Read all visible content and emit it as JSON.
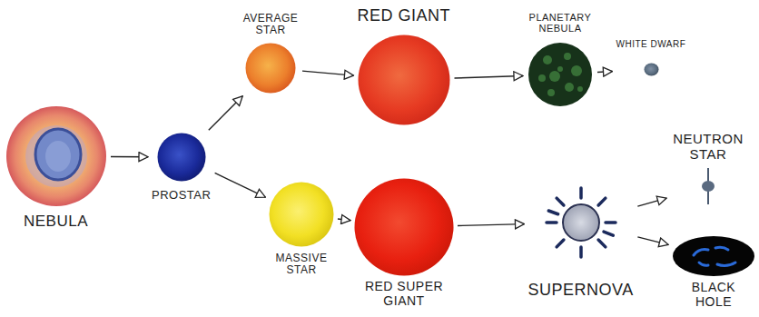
{
  "diagram": {
    "nodes": [
      {
        "text": [
          "NEBULA"
        ]
      },
      {
        "text": [
          "PROSTAR"
        ]
      },
      {
        "text": [
          "AVERAGE STAR"
        ]
      },
      {
        "text": [
          "RED GIANT"
        ]
      },
      {
        "text": [
          "PLANETARY NEBULA"
        ]
      },
      {
        "text": [
          "WHITE DWARF"
        ]
      },
      {
        "text": [
          "MASSIVE STAR"
        ]
      },
      {
        "text": [
          "RED SUPER GIANT"
        ]
      },
      {
        "text": [
          "SUPERNOVA"
        ]
      },
      {
        "text": [
          "NEUTRON STAR"
        ]
      },
      {
        "text": [
          "BLACK HOLE"
        ]
      }
    ],
    "edges": [
      {
        "from": 0,
        "to": 1,
        "arrow": "to"
      },
      {
        "from": 1,
        "to": 2,
        "arrow": "to"
      },
      {
        "from": 2,
        "to": 3,
        "arrow": "to"
      },
      {
        "from": 3,
        "to": 4,
        "arrow": "to"
      },
      {
        "from": 4,
        "to": 5,
        "arrow": "to"
      },
      {
        "from": 1,
        "to": 6,
        "arrow": "to"
      },
      {
        "from": 6,
        "to": 7,
        "arrow": "to"
      },
      {
        "from": 7,
        "to": 8,
        "arrow": "to"
      },
      {
        "from": 8,
        "to": 9,
        "arrow": "to"
      },
      {
        "from": 8,
        "to": 10,
        "arrow": "to"
      }
    ]
  }
}
